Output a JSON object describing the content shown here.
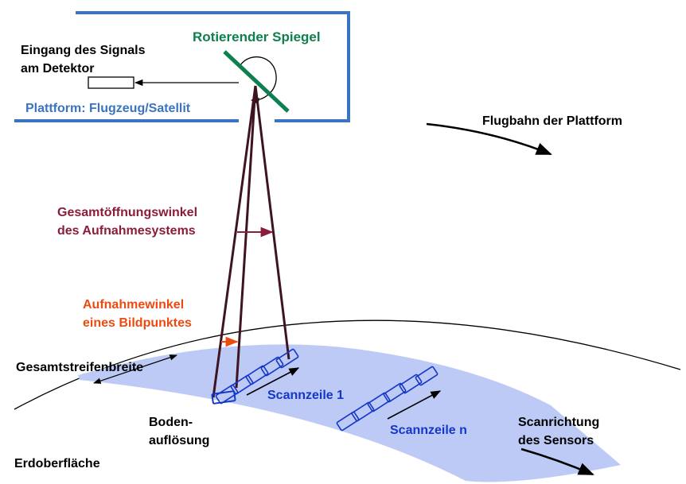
{
  "labels": {
    "rotating_mirror": "Rotierender Spiegel",
    "signal_input_line1": "Eingang des Signals",
    "signal_input_line2": "am Detektor",
    "platform": "Plattform: Flugzeug/Satellit",
    "flight_path": "Flugbahn der Plattform",
    "total_aperture_line1": "Gesamtöffnungswinkel",
    "total_aperture_line2": "des Aufnahmesystems",
    "pixel_angle_line1": "Aufnahmewinkel",
    "pixel_angle_line2": "eines Bildpunktes",
    "swath_width": "Gesamtstreifenbreite",
    "scan_line_1": "Scannzeile 1",
    "scan_line_n": "Scannzeile n",
    "ground_resolution_line1": "Boden-",
    "ground_resolution_line2": "auflösung",
    "scan_direction_line1": "Scanrichtung",
    "scan_direction_line2": "des Sensors",
    "earth_surface": "Erdoberfläche"
  },
  "colors": {
    "platform_blue": "#3a74c0",
    "mirror_green": "#0e7f4f",
    "aperture_maroon": "#8b1c3a",
    "pixel_orange": "#ee4a10",
    "scan_blue": "#1437c8",
    "swath_fill": "#bccaf5",
    "ray_dark": "#3d1420"
  }
}
